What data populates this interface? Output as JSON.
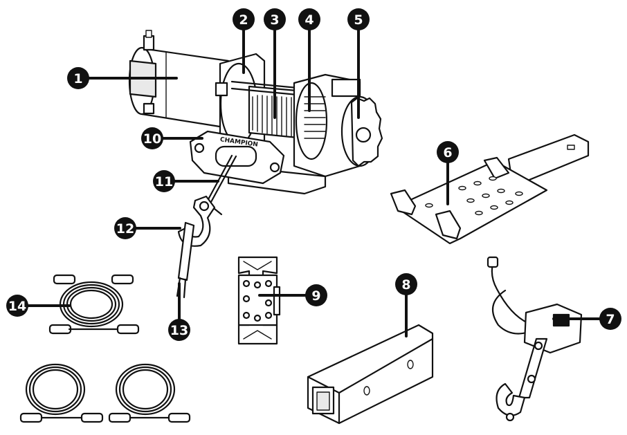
{
  "diagram": {
    "background": "#ffffff",
    "ink_color": "#111111",
    "callout_fill": "#111111",
    "callout_text_color": "#ffffff",
    "brand_mark": "CHAMPION",
    "callouts": [
      {
        "id": "1",
        "label": "1",
        "part": "motor"
      },
      {
        "id": "2",
        "label": "2",
        "part": "drum-support"
      },
      {
        "id": "3",
        "label": "3",
        "part": "drum"
      },
      {
        "id": "4",
        "label": "4",
        "part": "gear-housing"
      },
      {
        "id": "5",
        "label": "5",
        "part": "clutch-knob"
      },
      {
        "id": "6",
        "label": "6",
        "part": "mounting-plate"
      },
      {
        "id": "7",
        "label": "7",
        "part": "handlebar-switch"
      },
      {
        "id": "8",
        "label": "8",
        "part": "receiver-tube"
      },
      {
        "id": "9",
        "label": "9",
        "part": "contactor"
      },
      {
        "id": "10",
        "label": "10",
        "part": "fairlead"
      },
      {
        "id": "11",
        "label": "11",
        "part": "cable"
      },
      {
        "id": "12",
        "label": "12",
        "part": "hook"
      },
      {
        "id": "13",
        "label": "13",
        "part": "hook-strap"
      },
      {
        "id": "14",
        "label": "14",
        "part": "cables"
      }
    ]
  }
}
